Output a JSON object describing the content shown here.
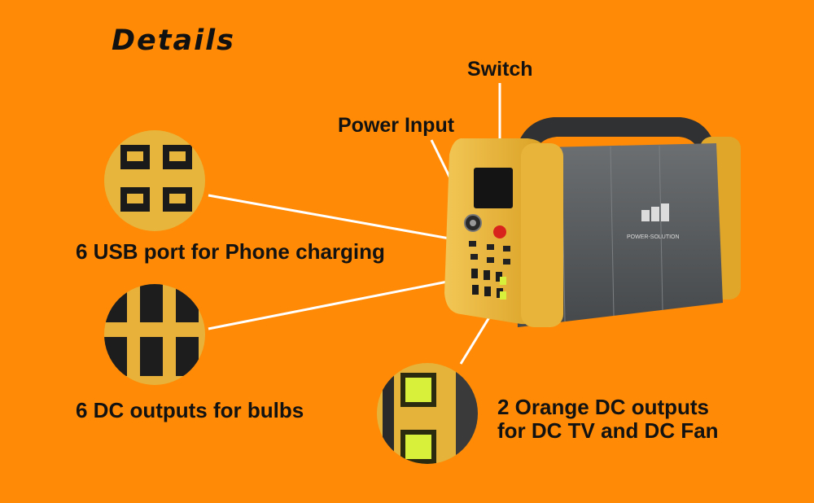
{
  "title": "Details",
  "labels": {
    "switch": "Switch",
    "power_input": "Power Input",
    "usb": "6 USB port for Phone charging",
    "dc_bulbs": "6 DC outputs for bulbs",
    "orange_dc_line1": "2 Orange DC outputs",
    "orange_dc_line2": "for DC TV and DC Fan"
  },
  "device": {
    "brand_text": "POWER-SOLUTION"
  },
  "colors": {
    "background": "#ff8a05",
    "device_yellow": "#e9b43a",
    "device_body": "#5a5d5f",
    "callout_line": "#ffffff",
    "switch_red": "#d8231c",
    "dc_led_green": "#d9f03a"
  }
}
